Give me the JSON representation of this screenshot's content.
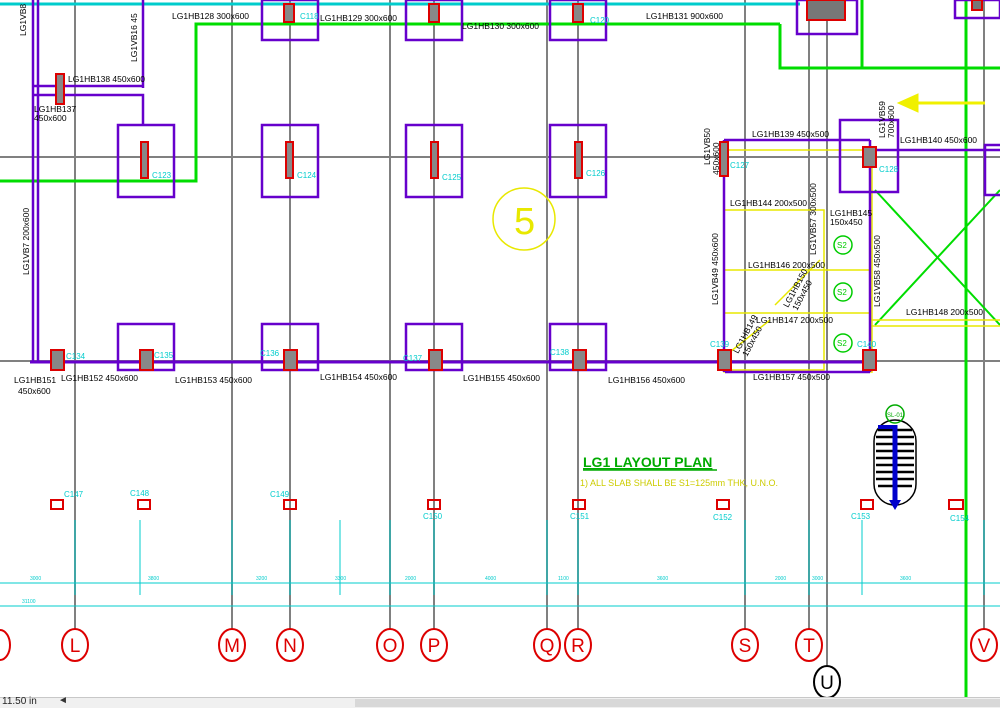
{
  "colors": {
    "grid": "#808080",
    "beam": "#6600cc",
    "column": "#dd0000",
    "column_fill": "#888888",
    "green": "#00dd00",
    "cyan": "#00cccc",
    "yellow": "#e8e800",
    "label": "#000000",
    "grid_bubble": "#dd0000",
    "title_green": "#00aa00",
    "note_yellow": "#cccc00"
  },
  "grid_axes": [
    {
      "label": "L"
    },
    {
      "label": "M"
    },
    {
      "label": "N"
    },
    {
      "label": "O"
    },
    {
      "label": "P"
    },
    {
      "label": "Q"
    },
    {
      "label": "R"
    },
    {
      "label": "S"
    },
    {
      "label": "T"
    },
    {
      "label": "U"
    },
    {
      "label": "V"
    }
  ],
  "beams": [
    {
      "label": "LG1HB128  300x600"
    },
    {
      "label": "LG1HB129  300x600"
    },
    {
      "label": "LG1HB130  300x600"
    },
    {
      "label": "LG1HB131  900x600"
    },
    {
      "label": "LG1HB138  450x600"
    },
    {
      "label": "LG1HB137"
    },
    {
      "label": "450x600"
    },
    {
      "label": "LG1HB139  450x500"
    },
    {
      "label": "LG1HB140  450x600"
    },
    {
      "label": "LG1HB144  200x500"
    },
    {
      "label": "LG1HB145"
    },
    {
      "label": "150x450"
    },
    {
      "label": "LG1HB146  200x500"
    },
    {
      "label": "LG1HB147  200x500"
    },
    {
      "label": "LG1HB148  200x500"
    },
    {
      "label": "LG1HB151"
    },
    {
      "label": "450x600"
    },
    {
      "label": "LG1HB152  450x600"
    },
    {
      "label": "LG1HB153  450x600"
    },
    {
      "label": "LG1HB154  450x600"
    },
    {
      "label": "LG1HB155  450x600"
    },
    {
      "label": "LG1HB156  450x600"
    },
    {
      "label": "LG1HB157  450x500"
    },
    {
      "label": "LG1VB8"
    },
    {
      "label": "LG1VB16  45"
    },
    {
      "label": "LG1VB7  200x600"
    },
    {
      "label": "LG1VB50"
    },
    {
      "label": "450x600"
    },
    {
      "label": "LG1VB49  450x600"
    },
    {
      "label": "LG1VB57  300x500"
    },
    {
      "label": "LG1VB58  450x500"
    },
    {
      "label": "LG1VB59"
    },
    {
      "label": "700x600"
    },
    {
      "label": "LG1HB149"
    },
    {
      "label": "150x450"
    },
    {
      "label": "LG1HB150"
    },
    {
      "label": "150x450"
    }
  ],
  "columns": [
    {
      "label": "C123"
    },
    {
      "label": "C124"
    },
    {
      "label": "C125"
    },
    {
      "label": "C126"
    },
    {
      "label": "C127"
    },
    {
      "label": "C128"
    },
    {
      "label": "C134"
    },
    {
      "label": "C135"
    },
    {
      "label": "C136"
    },
    {
      "label": "C137"
    },
    {
      "label": "C138"
    },
    {
      "label": "C139"
    },
    {
      "label": "C140"
    },
    {
      "label": "C147"
    },
    {
      "label": "C148"
    },
    {
      "label": "C149"
    },
    {
      "label": "C150"
    },
    {
      "label": "C151"
    },
    {
      "label": "C152"
    },
    {
      "label": "C153"
    },
    {
      "label": "C154"
    },
    {
      "label": "C118"
    },
    {
      "label": "C120"
    }
  ],
  "slab_marks": [
    {
      "label": "S2"
    },
    {
      "label": "S2"
    },
    {
      "label": "S2"
    }
  ],
  "zone_number": "5",
  "stair_label": "SL-01",
  "title": "LG1  LAYOUT  PLAN",
  "note": "1) ALL SLAB SHALL BE S1=125mm THK, U.N.O.",
  "dimensions": [
    {
      "label": "3000"
    },
    {
      "label": "3800"
    },
    {
      "label": "3200"
    },
    {
      "label": "3300"
    },
    {
      "label": "2000"
    },
    {
      "label": "4000"
    },
    {
      "label": "1100"
    },
    {
      "label": "3600"
    },
    {
      "label": "2000"
    },
    {
      "label": "3600"
    },
    {
      "label": "3000"
    },
    {
      "label": "31100"
    }
  ],
  "status": {
    "coordinate": "11.50 in",
    "arrow": "◄"
  }
}
